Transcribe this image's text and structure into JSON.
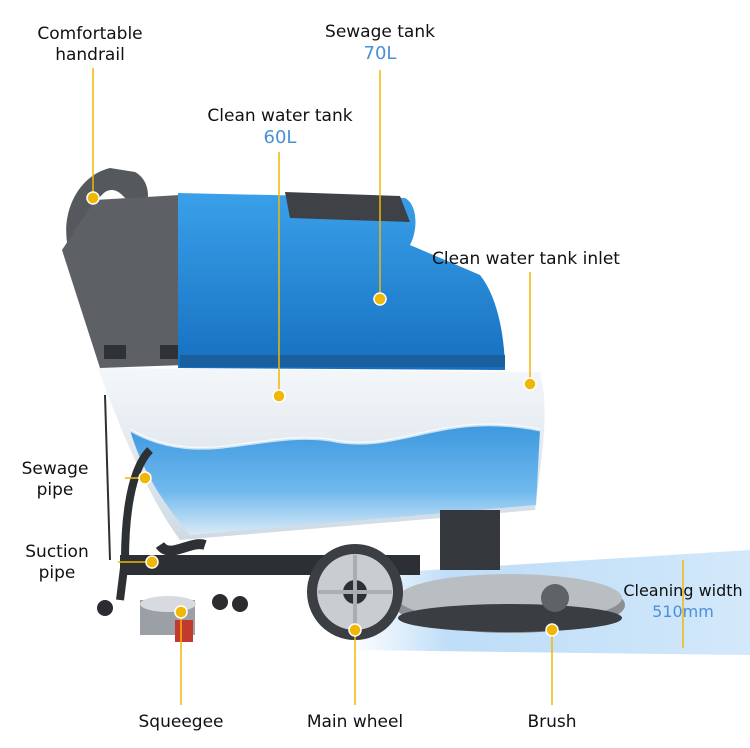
{
  "colors": {
    "leader": "#f2b705",
    "capacity": "#4a90d9",
    "tank_blue": "#1f86d4",
    "text": "#111111"
  },
  "labels": {
    "handrail": {
      "line1": "Comfortable",
      "line2": "handrail"
    },
    "sewage_tank": {
      "title": "Sewage tank",
      "capacity": "70L"
    },
    "clean_water_tank": {
      "title": "Clean water tank",
      "capacity": "60L"
    },
    "clean_water_inlet": "Clean water tank inlet",
    "sewage_pipe": {
      "line1": "Sewage",
      "line2": "pipe"
    },
    "suction_pipe": {
      "line1": "Suction",
      "line2": "pipe"
    },
    "cleaning_width": {
      "title": "Cleaning width",
      "value": "510mm"
    },
    "squeegee": "Squeegee",
    "main_wheel": "Main wheel",
    "brush": "Brush"
  }
}
